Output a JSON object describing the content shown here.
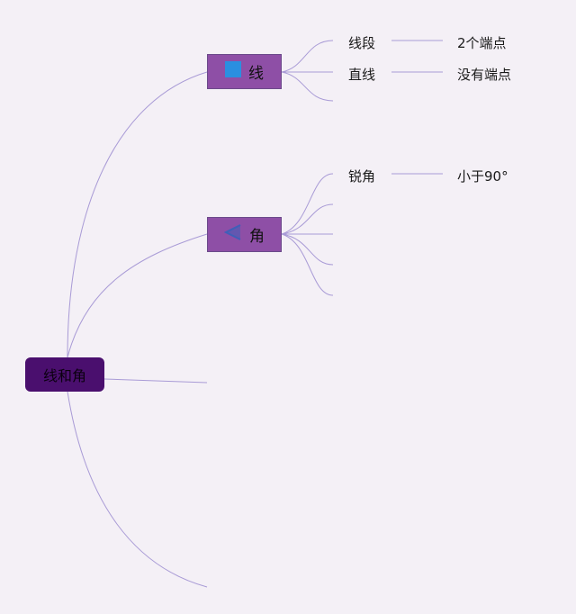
{
  "root": {
    "label": "线和角"
  },
  "branches": [
    {
      "label": "线",
      "icon": "blue-square-icon",
      "icon_color": "#2a8fe0",
      "children": [
        {
          "label": "线段",
          "detail": "2个端点"
        },
        {
          "label": "直线",
          "detail": "没有端点"
        },
        {
          "label": "",
          "detail": ""
        }
      ]
    },
    {
      "label": "角",
      "icon": "angle-icon",
      "icon_color": "#3f5fb8",
      "children": [
        {
          "label": "锐角",
          "detail": "小于90°"
        },
        {
          "label": "",
          "detail": ""
        },
        {
          "label": "",
          "detail": ""
        },
        {
          "label": "",
          "detail": ""
        },
        {
          "label": "",
          "detail": ""
        }
      ]
    },
    {
      "label": "",
      "children": []
    },
    {
      "label": "",
      "children": []
    }
  ],
  "colors": {
    "background": "#f4f0f6",
    "root_fill": "#4a0f6e",
    "branch_fill": "#8e4fa6",
    "connector": "#a99bd6"
  }
}
